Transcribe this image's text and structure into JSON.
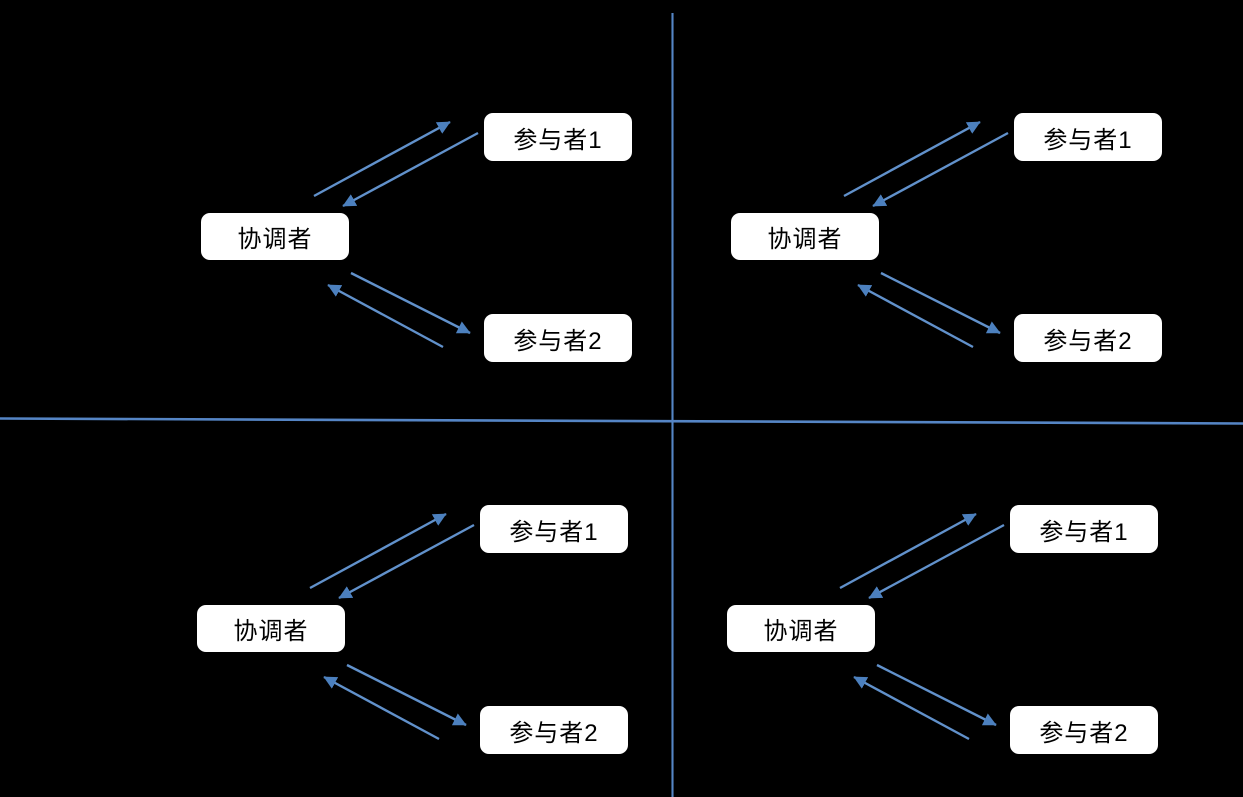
{
  "diagram": {
    "type": "coordinator-participants-message-diagram",
    "layout": "four-identical-quadrants-divided-by-cross",
    "colors": {
      "background": "#000000",
      "divider": "#5585c5",
      "arrow_line": "#6191cb",
      "arrow_head": "#4c80be",
      "node_background": "#ffffff",
      "node_text": "#000000"
    },
    "quadrants": [
      {
        "position": "top-left",
        "coordinator": "协调者",
        "participants": [
          "参与者1",
          "参与者2"
        ]
      },
      {
        "position": "top-right",
        "coordinator": "协调者",
        "participants": [
          "参与者1",
          "参与者2"
        ]
      },
      {
        "position": "bottom-left",
        "coordinator": "协调者",
        "participants": [
          "参与者1",
          "参与者2"
        ]
      },
      {
        "position": "bottom-right",
        "coordinator": "协调者",
        "participants": [
          "参与者1",
          "参与者2"
        ]
      }
    ]
  }
}
